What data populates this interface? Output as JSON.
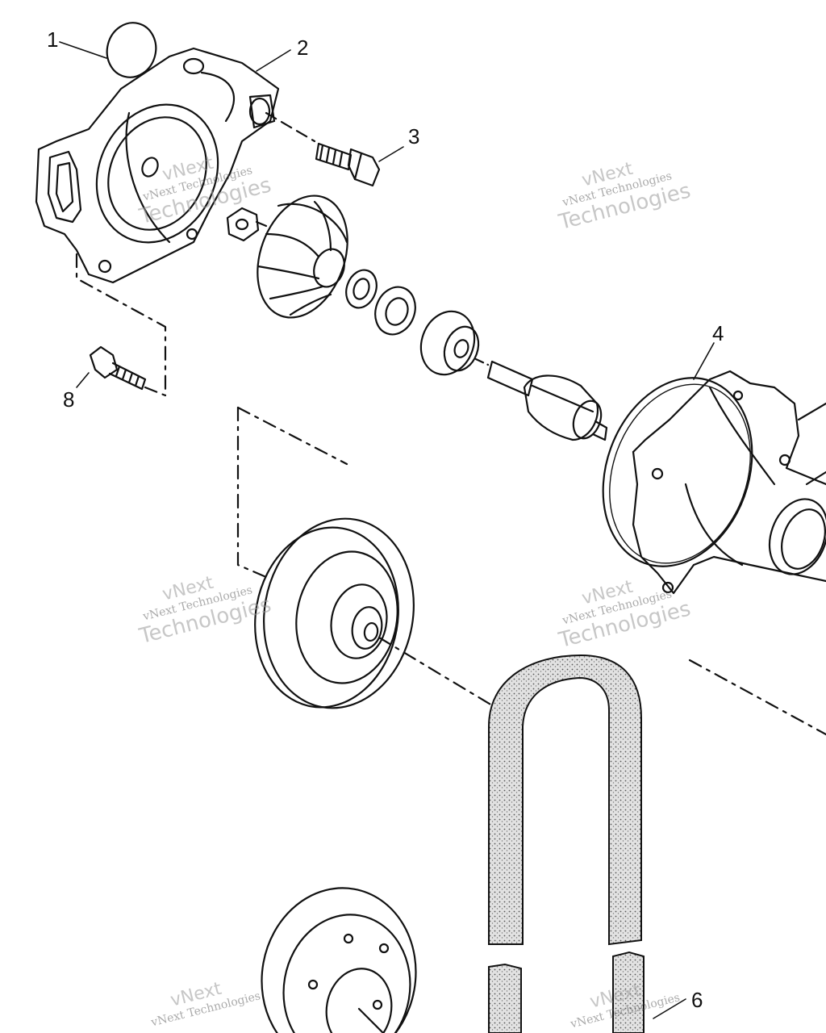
{
  "callouts": {
    "c1": "1",
    "c2": "2",
    "c3": "3",
    "c4": "4",
    "c6": "6",
    "c8": "8"
  },
  "watermark": {
    "line1": "vNext",
    "line2": "vNext Technologies",
    "line3": "Technologies"
  },
  "colors": {
    "ink": "#111111",
    "belt_fill": "#d9d9d9",
    "watermark": "#9a9a9a"
  }
}
